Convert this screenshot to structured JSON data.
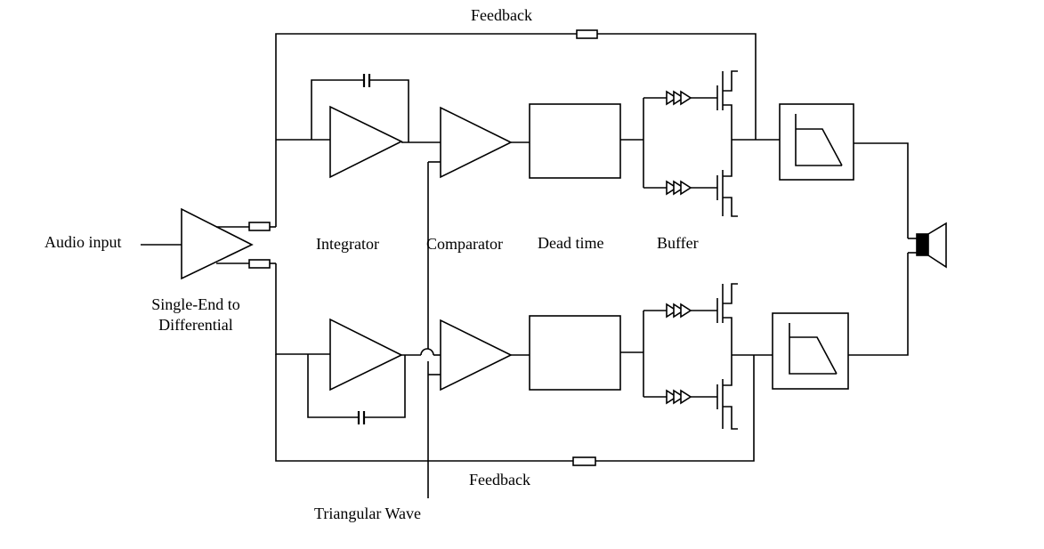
{
  "labels": {
    "feedback_top": "Feedback",
    "feedback_bottom": "Feedback",
    "audio_input": "Audio input",
    "single_end_line1": "Single-End to",
    "single_end_line2": "Differential",
    "integrator": "Integrator",
    "comparator": "Comparator",
    "dead_time": "Dead time",
    "buffer": "Buffer",
    "triangular_wave": "Triangular Wave"
  }
}
